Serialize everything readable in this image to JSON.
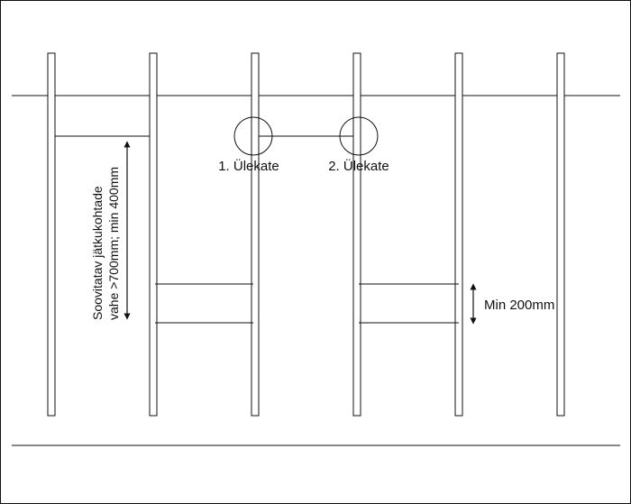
{
  "diagram": {
    "colors": {
      "background": "#ffffff",
      "stroke": "#111111"
    },
    "labels": {
      "overlap_1": "1. Ülekate",
      "overlap_2": "2. Ülekate",
      "min_gap": "Min 200mm",
      "joint_spacing_line1": "Soovitatav jätkukohtade",
      "joint_spacing_line2": "vahe >700mm; min 400mm"
    }
  }
}
